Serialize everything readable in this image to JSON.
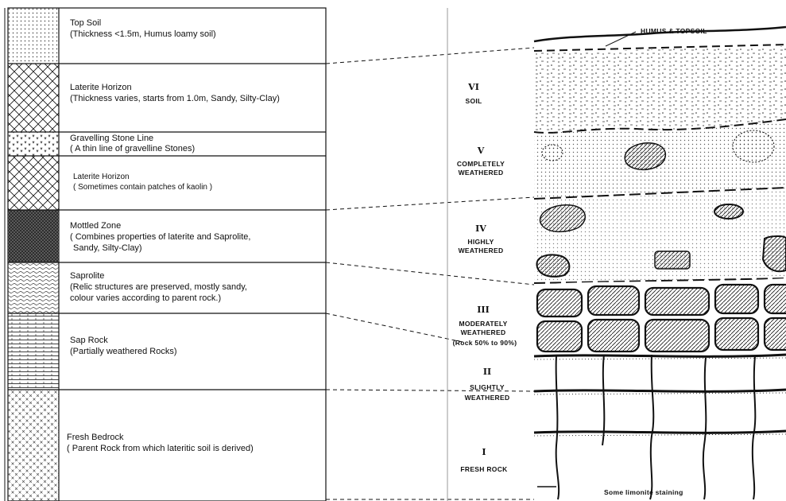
{
  "left_column": {
    "layers": [
      {
        "title": "Top Soil",
        "detail": "(Thickness <1.5m, Humus loamy soil)"
      },
      {
        "title": "Laterite Horizon",
        "detail": "(Thickness varies, starts from 1.0m, Sandy, Silty-Clay)"
      },
      {
        "title": "Gravelling Stone Line",
        "detail": "( A thin line of gravelline Stones)"
      },
      {
        "title": "Laterite Horizon",
        "detail": "( Sometimes contain patches of kaolin )"
      },
      {
        "title": "Mottled Zone",
        "detail": "( Combines properties of laterite and Saprolite,",
        "detail2": "Sandy, Silty-Clay)"
      },
      {
        "title": "Saprolite",
        "detail": "(Relic structures are preserved, mostly sandy,",
        "detail2": "colour varies according to parent rock.)"
      },
      {
        "title": "Sap Rock",
        "detail": "(Partially weathered Rocks)"
      },
      {
        "title": "Fresh Bedrock",
        "detail": "( Parent Rock from which lateritic soil is derived)"
      }
    ]
  },
  "right_profile": {
    "top_label": "HUMUS & TOPSOIL",
    "grades": [
      {
        "numeral": "VI",
        "name": "SOIL",
        "name2": ""
      },
      {
        "numeral": "V",
        "name": "COMPLETELY",
        "name2": "WEATHERED"
      },
      {
        "numeral": "IV",
        "name": "HIGHLY",
        "name2": "WEATHERED"
      },
      {
        "numeral": "III",
        "name": "MODERATELY",
        "name2": "WEATHERED",
        "name3": "(Rock 50% to 90%)"
      },
      {
        "numeral": "II",
        "name": "SLIGHTLY",
        "name2": "WEATHERED"
      },
      {
        "numeral": "I",
        "name": "FRESH ROCK",
        "name2": ""
      }
    ],
    "bottom_label": "Some   limonite   staining"
  }
}
